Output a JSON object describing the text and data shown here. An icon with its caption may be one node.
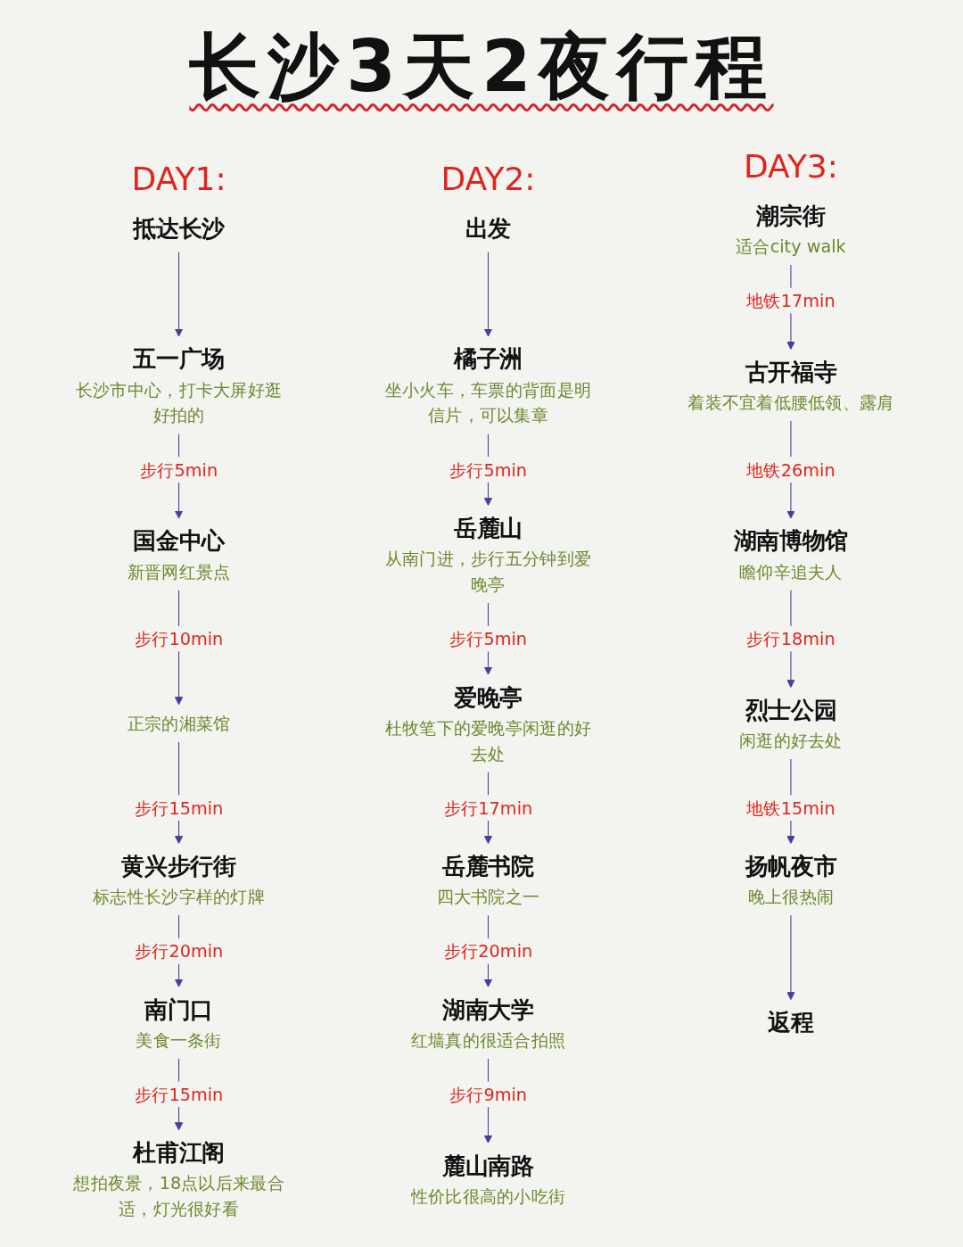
{
  "diagram": {
    "title": "长沙3天2夜行程",
    "nodes": [
      {
        "text": [
          "抵达长沙"
        ]
      },
      {
        "text": [
          "五一广场",
          "长沙市中心，打卡大屏好逛好拍的"
        ]
      },
      {
        "text": [
          "国金中心",
          "新晋网红景点"
        ]
      },
      {
        "text": [
          "正宗的湘菜馆"
        ]
      },
      {
        "text": [
          "黄兴步行街",
          "标志性长沙字样的灯牌"
        ]
      },
      {
        "text": [
          "南门口",
          "美食一条街"
        ]
      },
      {
        "text": [
          "杜甫江阁",
          "想拍夜景，18点以后来最合适，灯光很好看"
        ]
      },
      {
        "text": [
          "出发"
        ]
      },
      {
        "text": [
          "橘子洲",
          "坐小火车，车票的背面是明信片，可以集章"
        ]
      },
      {
        "text": [
          "岳麓山",
          "从南门进，步行五分钟到爱晚亭"
        ]
      },
      {
        "text": [
          "爱晚亭",
          "杜牧笔下的爱晚亭闲逛的好去处"
        ]
      },
      {
        "text": [
          "岳麓书院",
          "四大书院之一"
        ]
      },
      {
        "text": [
          "湖南大学",
          "红墙真的很适合拍照"
        ]
      },
      {
        "text": [
          "麓山南路",
          "性价比很高的小吃街"
        ]
      },
      {
        "text": [
          "潮宗街",
          "适合city walk"
        ]
      },
      {
        "text": [
          "古开福寺",
          "着装不宜着低腰低领、露肩"
        ]
      },
      {
        "text": [
          "湖南博物馆",
          "瞻仰辛追夫人"
        ]
      },
      {
        "text": [
          "烈士公园",
          "闲逛的好去处"
        ]
      },
      {
        "text": [
          "扬帆夜市",
          "晚上很热闹"
        ]
      },
      {
        "text": [
          "返程"
        ]
      }
    ],
    "edges": [
      {
        "from": 0,
        "to": 1,
        "arrow": "to"
      },
      {
        "from": 1,
        "to": 2,
        "arrow": "to",
        "label": "步行5min"
      },
      {
        "from": 2,
        "to": 3,
        "arrow": "to",
        "label": "步行10min"
      },
      {
        "from": 3,
        "to": 4,
        "arrow": "to",
        "label": "步行15min"
      },
      {
        "from": 4,
        "to": 5,
        "arrow": "to",
        "label": "步行20min"
      },
      {
        "from": 5,
        "to": 6,
        "arrow": "to",
        "label": "步行15min"
      },
      {
        "from": 7,
        "to": 8,
        "arrow": "to"
      },
      {
        "from": 8,
        "to": 9,
        "arrow": "to",
        "label": "步行5min"
      },
      {
        "from": 9,
        "to": 10,
        "arrow": "to",
        "label": "步行5min"
      },
      {
        "from": 10,
        "to": 11,
        "arrow": "to",
        "label": "步行17min"
      },
      {
        "from": 11,
        "to": 12,
        "arrow": "to",
        "label": "步行20min"
      },
      {
        "from": 12,
        "to": 13,
        "arrow": "to",
        "label": "步行9min"
      },
      {
        "from": 14,
        "to": 15,
        "arrow": "to",
        "label": "地铁17min"
      },
      {
        "from": 15,
        "to": 16,
        "arrow": "to",
        "label": "地铁26min"
      },
      {
        "from": 16,
        "to": 17,
        "arrow": "to",
        "label": "步行18min"
      },
      {
        "from": 17,
        "to": 18,
        "arrow": "to",
        "label": "地铁15min"
      },
      {
        "from": 18,
        "to": 19,
        "arrow": "to"
      }
    ],
    "labels": [
      "DAY1:",
      "DAY2:",
      "DAY3:"
    ]
  }
}
